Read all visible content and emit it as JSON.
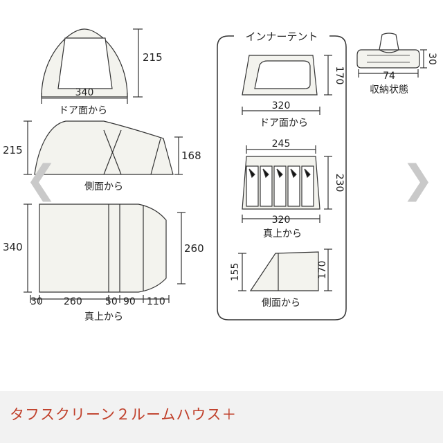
{
  "door_view": {
    "label": "ドア面から",
    "width": "340",
    "height": "215"
  },
  "side_view": {
    "label": "側面から",
    "height_left": "215",
    "height_right": "168"
  },
  "top_view": {
    "label": "真上から",
    "depth": "340",
    "depth_right": "260",
    "segments": [
      "30",
      "260",
      "50",
      "90",
      "110"
    ]
  },
  "inner_tent": {
    "title": "インナーテント",
    "door_view": {
      "label": "ドア面から",
      "width": "320",
      "height": "170"
    },
    "top_view": {
      "label": "真上から",
      "width_top": "245",
      "width_bottom": "320",
      "depth": "230"
    },
    "side_view": {
      "label": "側面から",
      "height_left": "155",
      "height_right": "170"
    }
  },
  "storage": {
    "label": "収納状態",
    "length": "74",
    "height": "30"
  },
  "caption": "タフスクリーン２ルームハウス＋",
  "nav": {
    "prev": "❮",
    "next": "❯"
  },
  "colors": {
    "caption": "#c0402b",
    "fill": "#f3f3ee",
    "line": "#333333"
  }
}
